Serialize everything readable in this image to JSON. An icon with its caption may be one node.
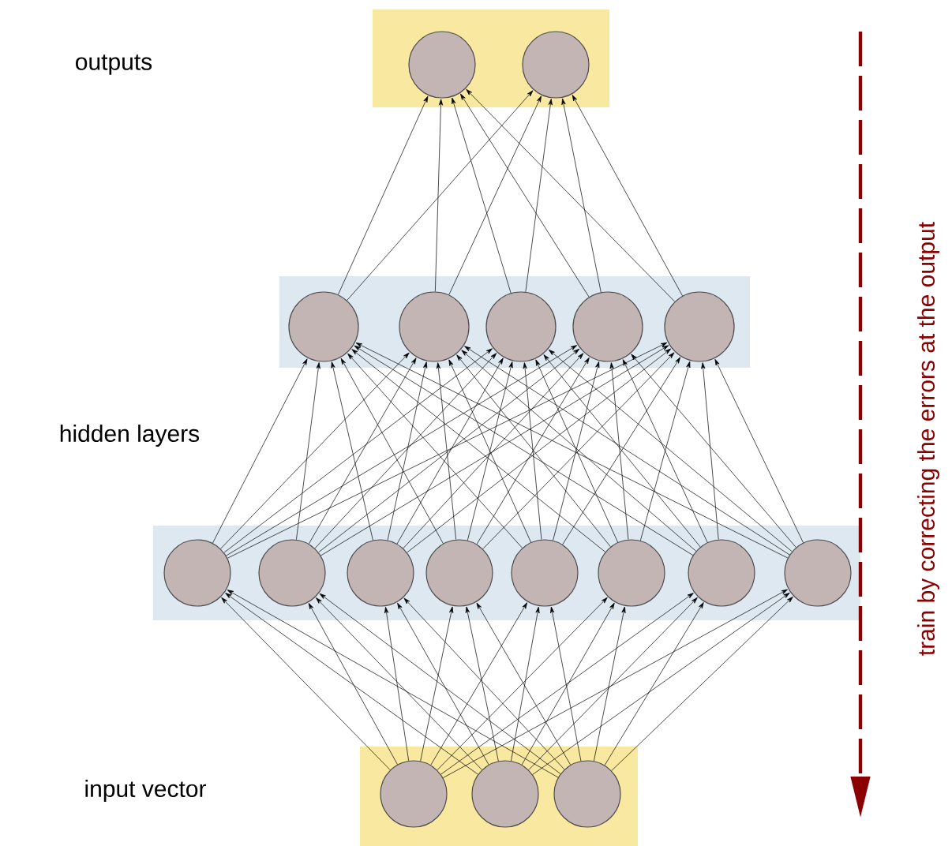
{
  "diagram": {
    "nodes": [
      {
        "text": [],
        "shape": "box"
      },
      {
        "text": [],
        "shape": "circle",
        "in": 0
      },
      {
        "text": [],
        "shape": "circle",
        "in": 0
      },
      {
        "text": [],
        "shape": "box"
      },
      {
        "text": [],
        "shape": "circle",
        "in": 3
      },
      {
        "text": [],
        "shape": "circle",
        "in": 3
      },
      {
        "text": [],
        "shape": "circle",
        "in": 3
      },
      {
        "text": [],
        "shape": "circle",
        "in": 3
      },
      {
        "text": [],
        "shape": "circle",
        "in": 3
      },
      {
        "text": [],
        "shape": "box"
      },
      {
        "text": [],
        "shape": "circle",
        "in": 9
      },
      {
        "text": [],
        "shape": "circle",
        "in": 9
      },
      {
        "text": [],
        "shape": "circle",
        "in": 9
      },
      {
        "text": [],
        "shape": "circle",
        "in": 9
      },
      {
        "text": [],
        "shape": "circle",
        "in": 9
      },
      {
        "text": [],
        "shape": "circle",
        "in": 9
      },
      {
        "text": [],
        "shape": "circle",
        "in": 9
      },
      {
        "text": [],
        "shape": "circle",
        "in": 9
      },
      {
        "text": [],
        "shape": "box"
      },
      {
        "text": [],
        "shape": "circle",
        "in": 18
      },
      {
        "text": [],
        "shape": "circle",
        "in": 18
      },
      {
        "text": [],
        "shape": "circle",
        "in": 18
      }
    ],
    "edges": [
      {
        "from": 19,
        "to": 10,
        "arrow": "to"
      },
      {
        "from": 19,
        "to": 11,
        "arrow": "to"
      },
      {
        "from": 19,
        "to": 12,
        "arrow": "to"
      },
      {
        "from": 19,
        "to": 13,
        "arrow": "to"
      },
      {
        "from": 19,
        "to": 14,
        "arrow": "to"
      },
      {
        "from": 19,
        "to": 15,
        "arrow": "to"
      },
      {
        "from": 19,
        "to": 16,
        "arrow": "to"
      },
      {
        "from": 19,
        "to": 17,
        "arrow": "to"
      },
      {
        "from": 20,
        "to": 10,
        "arrow": "to"
      },
      {
        "from": 20,
        "to": 11,
        "arrow": "to"
      },
      {
        "from": 20,
        "to": 12,
        "arrow": "to"
      },
      {
        "from": 20,
        "to": 13,
        "arrow": "to"
      },
      {
        "from": 20,
        "to": 14,
        "arrow": "to"
      },
      {
        "from": 20,
        "to": 15,
        "arrow": "to"
      },
      {
        "from": 20,
        "to": 16,
        "arrow": "to"
      },
      {
        "from": 20,
        "to": 17,
        "arrow": "to"
      },
      {
        "from": 21,
        "to": 10,
        "arrow": "to"
      },
      {
        "from": 21,
        "to": 11,
        "arrow": "to"
      },
      {
        "from": 21,
        "to": 12,
        "arrow": "to"
      },
      {
        "from": 21,
        "to": 13,
        "arrow": "to"
      },
      {
        "from": 21,
        "to": 14,
        "arrow": "to"
      },
      {
        "from": 21,
        "to": 15,
        "arrow": "to"
      },
      {
        "from": 21,
        "to": 16,
        "arrow": "to"
      },
      {
        "from": 21,
        "to": 17,
        "arrow": "to"
      },
      {
        "from": 10,
        "to": 4,
        "arrow": "to"
      },
      {
        "from": 10,
        "to": 5,
        "arrow": "to"
      },
      {
        "from": 10,
        "to": 6,
        "arrow": "to"
      },
      {
        "from": 10,
        "to": 7,
        "arrow": "to"
      },
      {
        "from": 10,
        "to": 8,
        "arrow": "to"
      },
      {
        "from": 11,
        "to": 4,
        "arrow": "to"
      },
      {
        "from": 11,
        "to": 5,
        "arrow": "to"
      },
      {
        "from": 11,
        "to": 6,
        "arrow": "to"
      },
      {
        "from": 11,
        "to": 7,
        "arrow": "to"
      },
      {
        "from": 11,
        "to": 8,
        "arrow": "to"
      },
      {
        "from": 12,
        "to": 4,
        "arrow": "to"
      },
      {
        "from": 12,
        "to": 5,
        "arrow": "to"
      },
      {
        "from": 12,
        "to": 6,
        "arrow": "to"
      },
      {
        "from": 12,
        "to": 7,
        "arrow": "to"
      },
      {
        "from": 12,
        "to": 8,
        "arrow": "to"
      },
      {
        "from": 13,
        "to": 4,
        "arrow": "to"
      },
      {
        "from": 13,
        "to": 5,
        "arrow": "to"
      },
      {
        "from": 13,
        "to": 6,
        "arrow": "to"
      },
      {
        "from": 13,
        "to": 7,
        "arrow": "to"
      },
      {
        "from": 13,
        "to": 8,
        "arrow": "to"
      },
      {
        "from": 14,
        "to": 4,
        "arrow": "to"
      },
      {
        "from": 14,
        "to": 5,
        "arrow": "to"
      },
      {
        "from": 14,
        "to": 6,
        "arrow": "to"
      },
      {
        "from": 14,
        "to": 7,
        "arrow": "to"
      },
      {
        "from": 14,
        "to": 8,
        "arrow": "to"
      },
      {
        "from": 15,
        "to": 4,
        "arrow": "to"
      },
      {
        "from": 15,
        "to": 5,
        "arrow": "to"
      },
      {
        "from": 15,
        "to": 6,
        "arrow": "to"
      },
      {
        "from": 15,
        "to": 7,
        "arrow": "to"
      },
      {
        "from": 15,
        "to": 8,
        "arrow": "to"
      },
      {
        "from": 16,
        "to": 4,
        "arrow": "to"
      },
      {
        "from": 16,
        "to": 5,
        "arrow": "to"
      },
      {
        "from": 16,
        "to": 6,
        "arrow": "to"
      },
      {
        "from": 16,
        "to": 7,
        "arrow": "to"
      },
      {
        "from": 16,
        "to": 8,
        "arrow": "to"
      },
      {
        "from": 17,
        "to": 4,
        "arrow": "to"
      },
      {
        "from": 17,
        "to": 5,
        "arrow": "to"
      },
      {
        "from": 17,
        "to": 6,
        "arrow": "to"
      },
      {
        "from": 17,
        "to": 7,
        "arrow": "to"
      },
      {
        "from": 17,
        "to": 8,
        "arrow": "to"
      },
      {
        "from": 4,
        "to": 1,
        "arrow": "to"
      },
      {
        "from": 4,
        "to": 2,
        "arrow": "to"
      },
      {
        "from": 5,
        "to": 1,
        "arrow": "to"
      },
      {
        "from": 5,
        "to": 2,
        "arrow": "to"
      },
      {
        "from": 6,
        "to": 1,
        "arrow": "to"
      },
      {
        "from": 6,
        "to": 2,
        "arrow": "to"
      },
      {
        "from": 7,
        "to": 1,
        "arrow": "to"
      },
      {
        "from": 7,
        "to": 2,
        "arrow": "to"
      },
      {
        "from": 8,
        "to": 1,
        "arrow": "to"
      },
      {
        "from": 8,
        "to": 2,
        "arrow": "to"
      }
    ],
    "labels": [
      "outputs",
      "hidden layers",
      "input vector",
      "train by correcting the errors at the output"
    ]
  }
}
